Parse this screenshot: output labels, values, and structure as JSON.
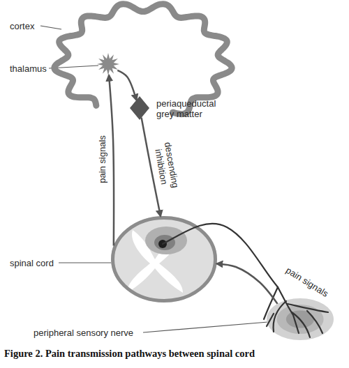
{
  "diagram": {
    "caption": "Figure 2. Pain transmission pathways between spinal cord",
    "nodes": [
      {
        "text": [
          "cortex"
        ]
      },
      {
        "text": [
          "thalamus"
        ],
        "in": 0
      },
      {
        "text": [
          "periaqueductal grey matter"
        ]
      },
      {
        "text": [
          "spinal cord"
        ]
      },
      {
        "text": [
          "peripheral sensory nerve"
        ]
      }
    ],
    "edges": [
      {
        "from": 1,
        "to": 2,
        "arrow": "to"
      },
      {
        "from": 2,
        "to": 3,
        "label": "descending inhibition",
        "arrow": "to"
      },
      {
        "from": 3,
        "to": 1,
        "label": "pain signals",
        "arrow": "to"
      },
      {
        "from": 4,
        "to": 3,
        "label": "pain signals",
        "arrow": "to"
      }
    ]
  }
}
